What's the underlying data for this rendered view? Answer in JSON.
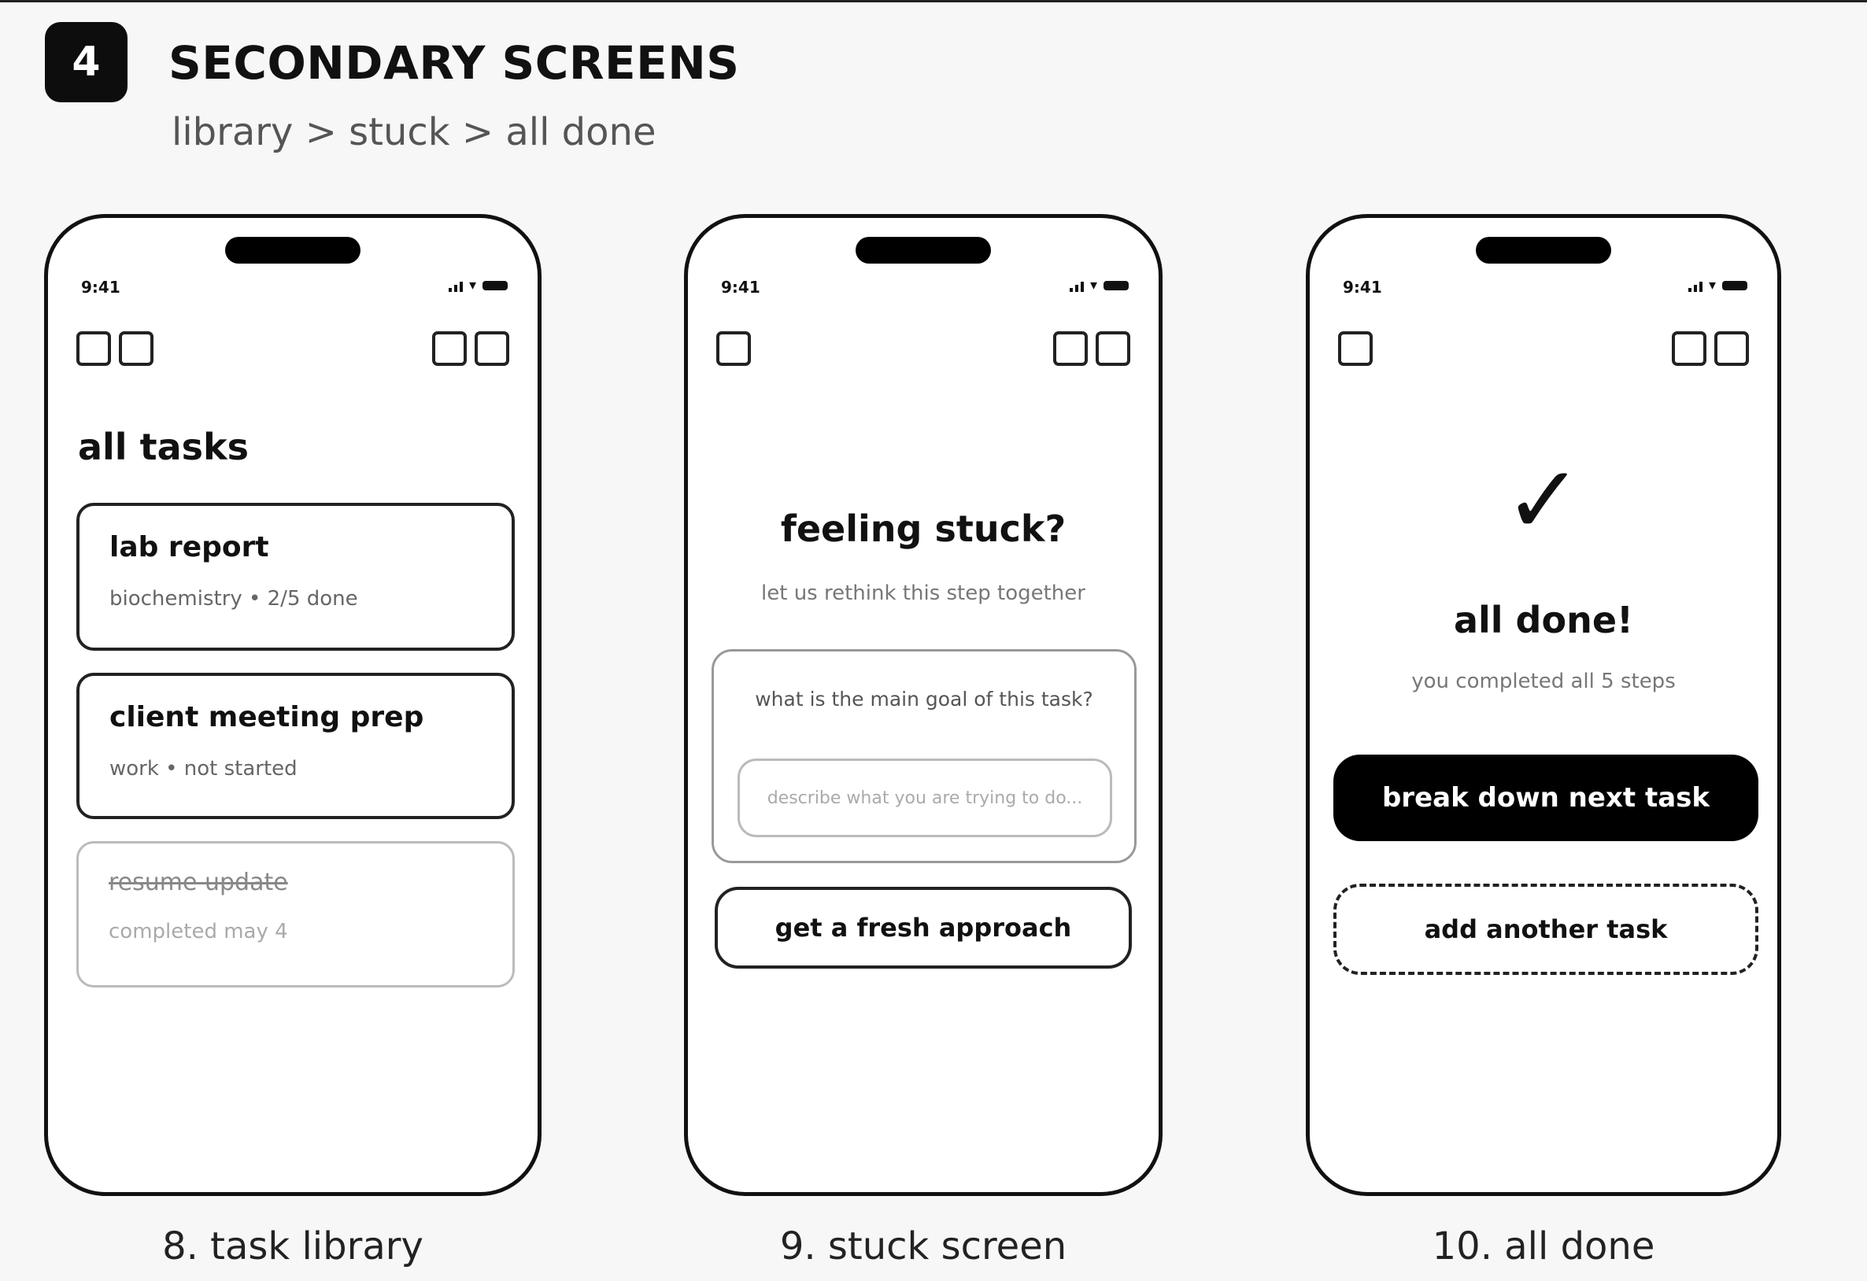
{
  "header": {
    "section_number": "4",
    "title": "SECONDARY SCREENS",
    "subtitle": "library > stuck > all done"
  },
  "status_bar": {
    "time": "9:41"
  },
  "icons": {
    "signal": "cellular-signal-icon",
    "wifi": "wifi-icon",
    "battery": "battery-icon",
    "check": "checkmark-icon"
  },
  "screens": [
    {
      "caption": "8. task library",
      "heading": "all tasks",
      "tasks": [
        {
          "title": "lab report",
          "meta": "biochemistry • 2/5 done",
          "status": "in-progress"
        },
        {
          "title": "client meeting prep",
          "meta": "work • not started",
          "status": "not-started"
        },
        {
          "title": "resume update",
          "meta": "completed may 4",
          "status": "completed"
        }
      ]
    },
    {
      "caption": "9. stuck screen",
      "title": "feeling stuck?",
      "subtitle": "let us rethink this step together",
      "question": "what is the main goal of this task?",
      "input_placeholder": "describe what you are trying to do...",
      "button_label": "get a fresh approach"
    },
    {
      "caption": "10. all done",
      "check_glyph": "✓",
      "title": "all done!",
      "subtitle": "you completed all 5 steps",
      "primary_button": "break down next task",
      "secondary_button": "add another task"
    }
  ]
}
